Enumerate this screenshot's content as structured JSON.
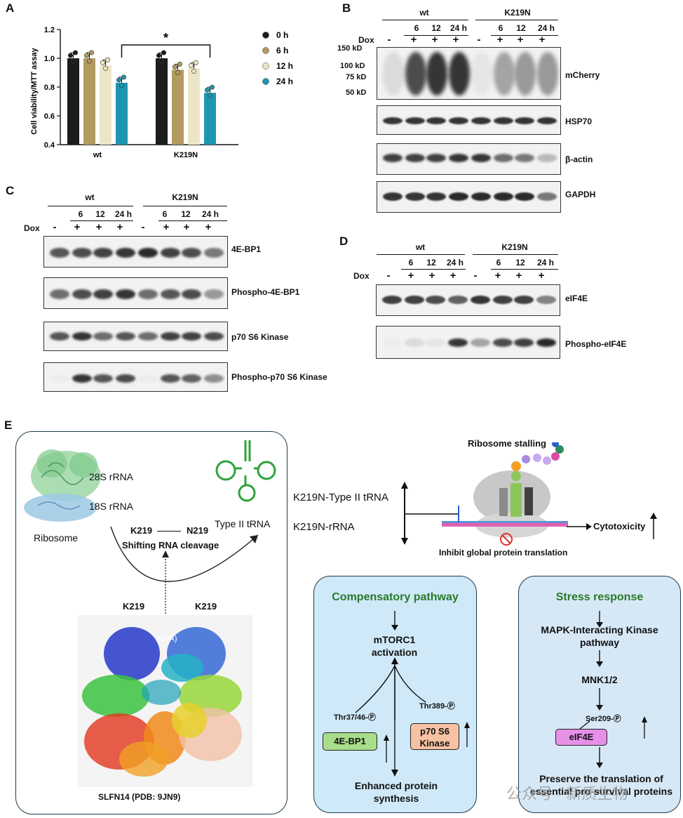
{
  "panels": {
    "a": "A",
    "b": "B",
    "c": "C",
    "d": "D",
    "e": "E"
  },
  "chart_data": {
    "type": "bar",
    "groups": [
      "wt",
      "K219N"
    ],
    "series": [
      {
        "name": "0 h",
        "values": [
          1.0,
          1.0
        ],
        "color": "#1c1c1c"
      },
      {
        "name": "6 h",
        "values": [
          1.0,
          0.92
        ],
        "color": "#b39a61"
      },
      {
        "name": "12 h",
        "values": [
          0.95,
          0.93
        ],
        "color": "#ede6c6"
      },
      {
        "name": "24 h",
        "values": [
          0.83,
          0.76
        ],
        "color": "#1f96b0"
      }
    ],
    "ylabel": "Cell viability/MTT assay",
    "ylim": [
      0.4,
      1.2
    ],
    "yticks": [
      "0.4",
      "0.6",
      "0.8",
      "1.0",
      "1.2"
    ],
    "sig": "*"
  },
  "b": {
    "groups": [
      "wt",
      "K219N"
    ],
    "times": [
      "6",
      "12",
      "24 h"
    ],
    "dox": "Dox",
    "signs": [
      "-",
      "+",
      "+",
      "+",
      "-",
      "+",
      "+",
      "+"
    ],
    "markers": [
      "150 kD",
      "100 kD",
      "75 kD",
      "50 kD"
    ],
    "blots": [
      "mCherry",
      "HSP70",
      "β-actin",
      "GAPDH"
    ]
  },
  "c": {
    "groups": [
      "wt",
      "K219N"
    ],
    "times": [
      "6",
      "12",
      "24 h"
    ],
    "dox": "Dox",
    "signs": [
      "-",
      "+",
      "+",
      "+",
      "-",
      "+",
      "+",
      "+"
    ],
    "blots": [
      "4E-BP1",
      "Phospho-4E-BP1",
      "p70 S6 Kinase",
      "Phospho-p70 S6 Kinase"
    ]
  },
  "d": {
    "groups": [
      "wt",
      "K219N"
    ],
    "times": [
      "6",
      "12",
      "24 h"
    ],
    "dox": "Dox",
    "signs": [
      "-",
      "+",
      "+",
      "+",
      "-",
      "+",
      "+",
      "+"
    ],
    "blots": [
      "eIF4E",
      "Phospho-eIF4E"
    ]
  },
  "e": {
    "r28": "28S rRNA",
    "r18": "18S rRNA",
    "ribosome": "Ribosome",
    "k219": "K219",
    "n219": "N219",
    "shift": "Shifting RNA cleavage",
    "trna": "Type II tRNA",
    "rna": "(RNA)",
    "struct": "SLFN14 (PDB: 9JN9)",
    "stall": "Ribosome stalling",
    "k219n_trna": "K219N-Type II tRNA",
    "k219n_rrna": "K219N-rRNA",
    "cytotox": "Cytotoxicity",
    "inhibit": "Inhibit global protein translation",
    "comp": {
      "title": "Compensatory pathway",
      "mtorc": "mTORC1 activation",
      "thr37": "Thr37/46-Ⓟ",
      "thr389": "Thr389-Ⓟ",
      "bp1": "4E-BP1",
      "s6k": "p70 S6 Kinase",
      "enh": "Enhanced protein synthesis"
    },
    "stress": {
      "title": "Stress response",
      "mapk": "MAPK-Interacting Kinase pathway",
      "mnk": "MNK1/2",
      "ser": "Ser209-Ⓟ",
      "eif": "eIF4E",
      "pres": "Preserve the translation of essential pro-survival proteins"
    },
    "watermark": "公众号 · 新质生物"
  }
}
